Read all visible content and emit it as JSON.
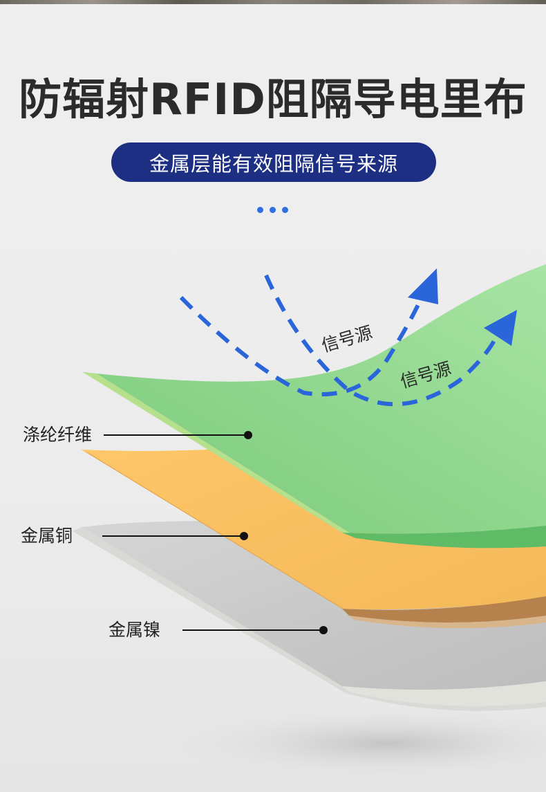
{
  "header": {
    "title": "防辐射RFID阻隔导电里布",
    "subtitle": "金属层能有效阻隔信号来源"
  },
  "diagram": {
    "signal_labels": [
      "信号源",
      "信号源"
    ],
    "layers": [
      {
        "label": "涤纶纤维",
        "color": "#86d286"
      },
      {
        "label": "金属铜",
        "color": "#f5b95a"
      },
      {
        "label": "金属镍",
        "color": "#c8c8c8"
      }
    ],
    "arrow_color": "#2a66d9"
  }
}
